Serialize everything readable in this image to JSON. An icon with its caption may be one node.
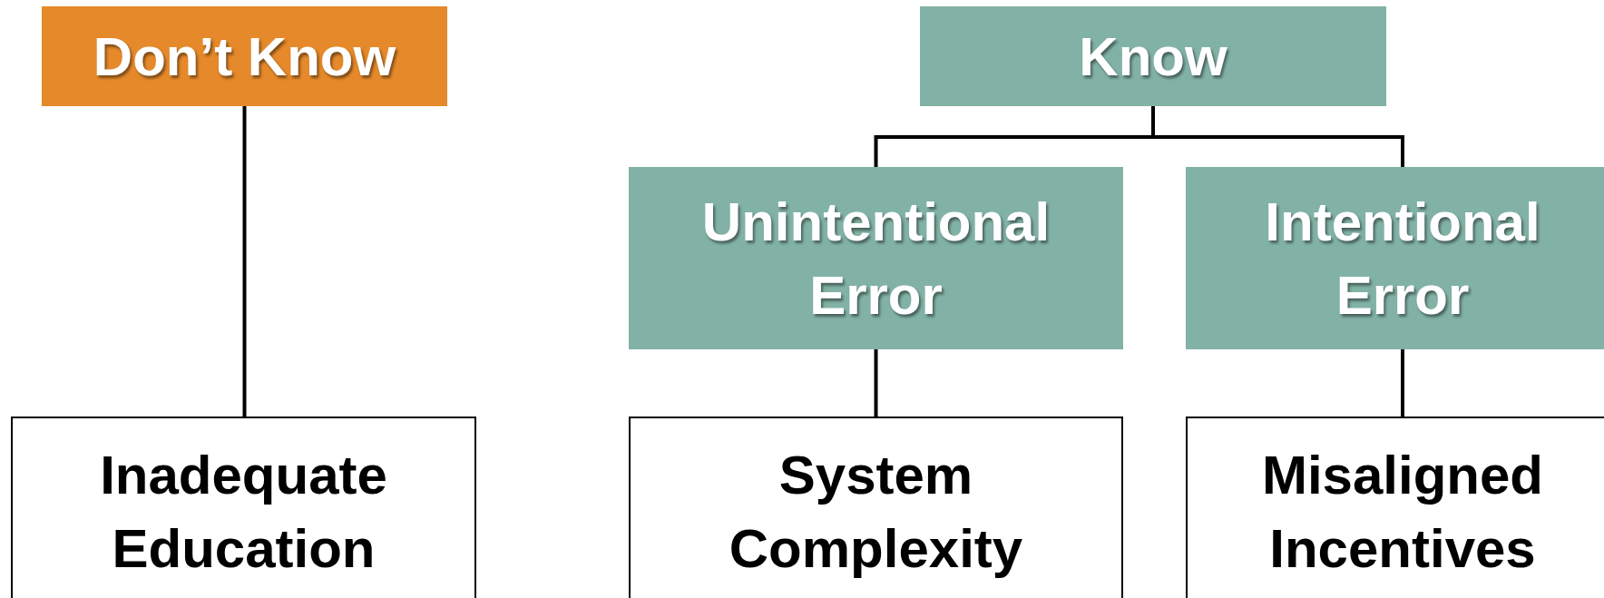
{
  "diagram": {
    "nodes": [
      {
        "text": [
          "Don’t Know"
        ]
      },
      {
        "text": [
          "Know"
        ]
      },
      {
        "text": [
          "Unintentional Error"
        ]
      },
      {
        "text": [
          "Intentional Error"
        ]
      },
      {
        "text": [
          "Inadequate Education"
        ]
      },
      {
        "text": [
          "System Complexity"
        ]
      },
      {
        "text": [
          "Misaligned Incentives"
        ]
      }
    ],
    "edges": [
      {
        "from": 0,
        "to": 4,
        "arrow": "none"
      },
      {
        "from": 1,
        "to": 2,
        "arrow": "none"
      },
      {
        "from": 1,
        "to": 3,
        "arrow": "none"
      },
      {
        "from": 2,
        "to": 5,
        "arrow": "none"
      },
      {
        "from": 3,
        "to": 6,
        "arrow": "none"
      }
    ]
  }
}
